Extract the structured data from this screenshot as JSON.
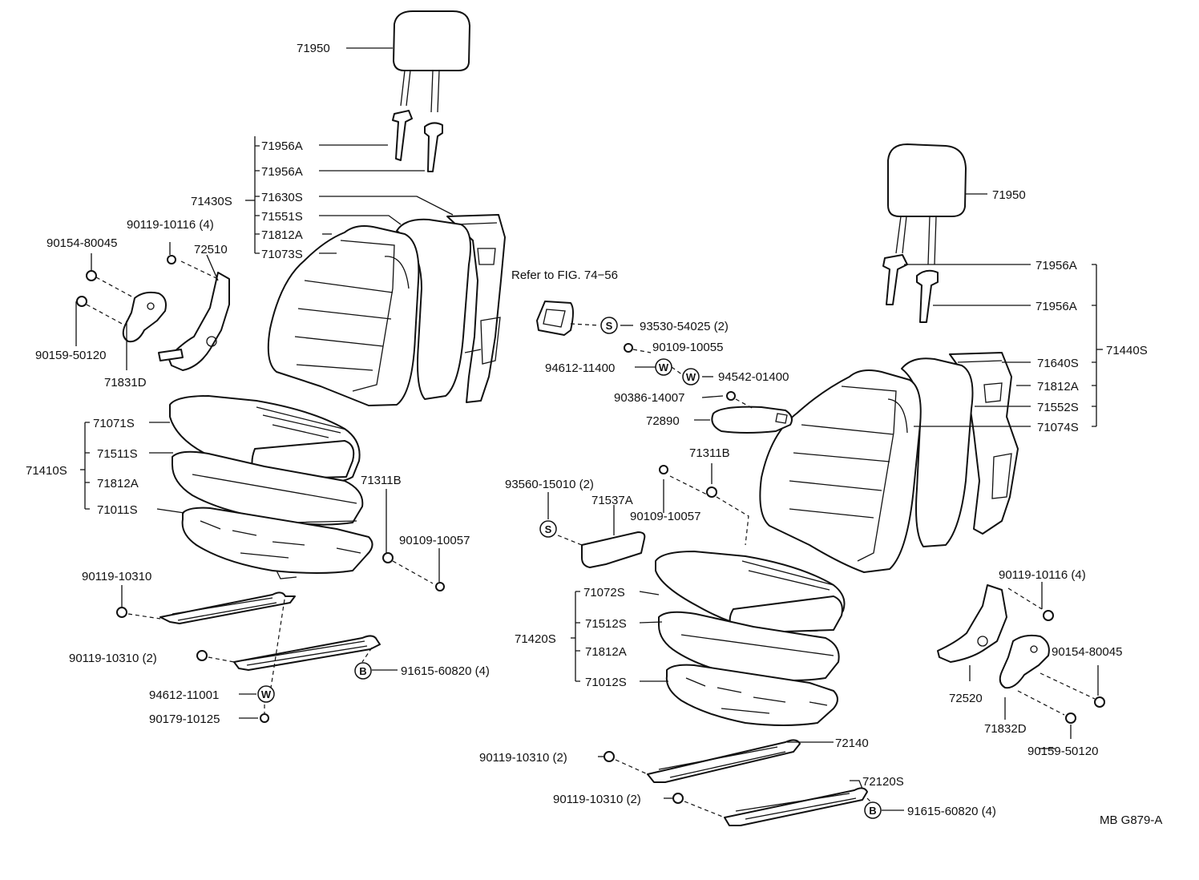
{
  "callouts": {
    "headrest_l": "71950",
    "support_l_1": "71956A",
    "support_l_2": "71956A",
    "back_assy_l": "71430S",
    "back_frame_l": "71630S",
    "back_pad_l": "71551S",
    "back_hog_ring_l": "71812A",
    "back_cover_l": "71073S",
    "bolt_90119_10116_l": "90119-10116 (4)",
    "bolt_90154_80045_l": "90154-80045",
    "recliner_l": "72510",
    "bolt_90159_50120_l": "90159-50120",
    "recliner_cover_l": "71831D",
    "cushion_cover_l": "71071S",
    "cushion_pad_l": "71511S",
    "cushion_assy_l": "71410S",
    "cushion_hog_ring_l": "71812A",
    "cushion_frame_l": "71011S",
    "stopper_l": "71311B",
    "screw_90109_10057_l": "90109-10057",
    "bolt_90119_10310_l": "90119-10310",
    "bolt_90119_10310_2_l": "90119-10310 (2)",
    "badge_b_l": "B",
    "bolt_91615_60820_l": "91615-60820 (4)",
    "washer_94612_11001": "94612-11001",
    "washer_w_l": "W",
    "nut_90179_10125": "90179-10125",
    "refer_note": "Refer to FIG. 74−56",
    "badge_s_1": "S",
    "screw_93530_54025": "93530-54025 (2)",
    "screw_90109_10055": "90109-10055",
    "washer_94612_11400": "94612-11400",
    "washer_w_2": "W",
    "washer_w_3": "W",
    "washer_94542_01400": "94542-01400",
    "screw_90386_14007": "90386-14007",
    "armrest_72890": "72890",
    "headrest_r": "71950",
    "support_r_1": "71956A",
    "support_r_2": "71956A",
    "back_assy_r": "71440S",
    "back_frame_r": "71640S",
    "back_hog_ring_r": "71812A",
    "back_pad_r": "71552S",
    "back_cover_r": "71074S",
    "stopper_r": "71311B",
    "screw_93560_15010": "93560-15010 (2)",
    "badge_s_2": "S",
    "cover_71537A": "71537A",
    "screw_90109_10057_r": "90109-10057",
    "cushion_cover_r": "71072S",
    "cushion_assy_r": "71420S",
    "cushion_pad_r": "71512S",
    "cushion_hog_ring_r": "71812A",
    "cushion_frame_r": "71012S",
    "bolt_90119_10116_r": "90119-10116 (4)",
    "bolt_90154_80045_r": "90154-80045",
    "recliner_r": "72520",
    "recliner_cover_r": "71832D",
    "bolt_90159_50120_r": "90159-50120",
    "adjuster_72140": "72140",
    "bolt_90119_10310_r1": "90119-10310 (2)",
    "adjuster_72120S": "72120S",
    "bolt_90119_10310_r2": "90119-10310 (2)",
    "badge_b_r": "B",
    "bolt_91615_60820_r": "91615-60820 (4)",
    "figure_code": "MB G879-A"
  }
}
